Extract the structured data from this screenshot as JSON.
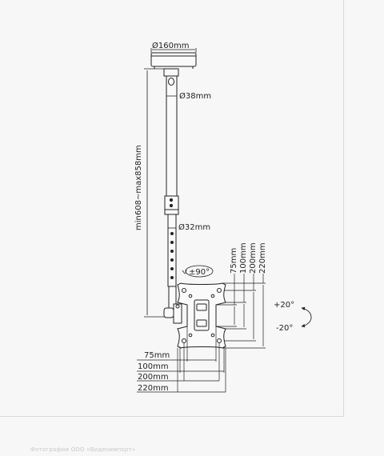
{
  "diagram": {
    "labels": {
      "plate_diameter": "Ø160mm",
      "upper_tube_diameter": "Ø38mm",
      "lower_tube_diameter": "Ø32mm",
      "height_range": "min608~max858mm",
      "rotation": "±90°",
      "tilt_up": "+20°",
      "tilt_down": "-20°"
    },
    "vesa_horizontal": [
      "75mm",
      "100mm",
      "200mm",
      "220mm"
    ],
    "vesa_vertical": [
      "75mm",
      "100mm",
      "200mm",
      "220mm"
    ]
  },
  "footer": {
    "text": "Фотографии ООО «Видеоимпорт»"
  }
}
